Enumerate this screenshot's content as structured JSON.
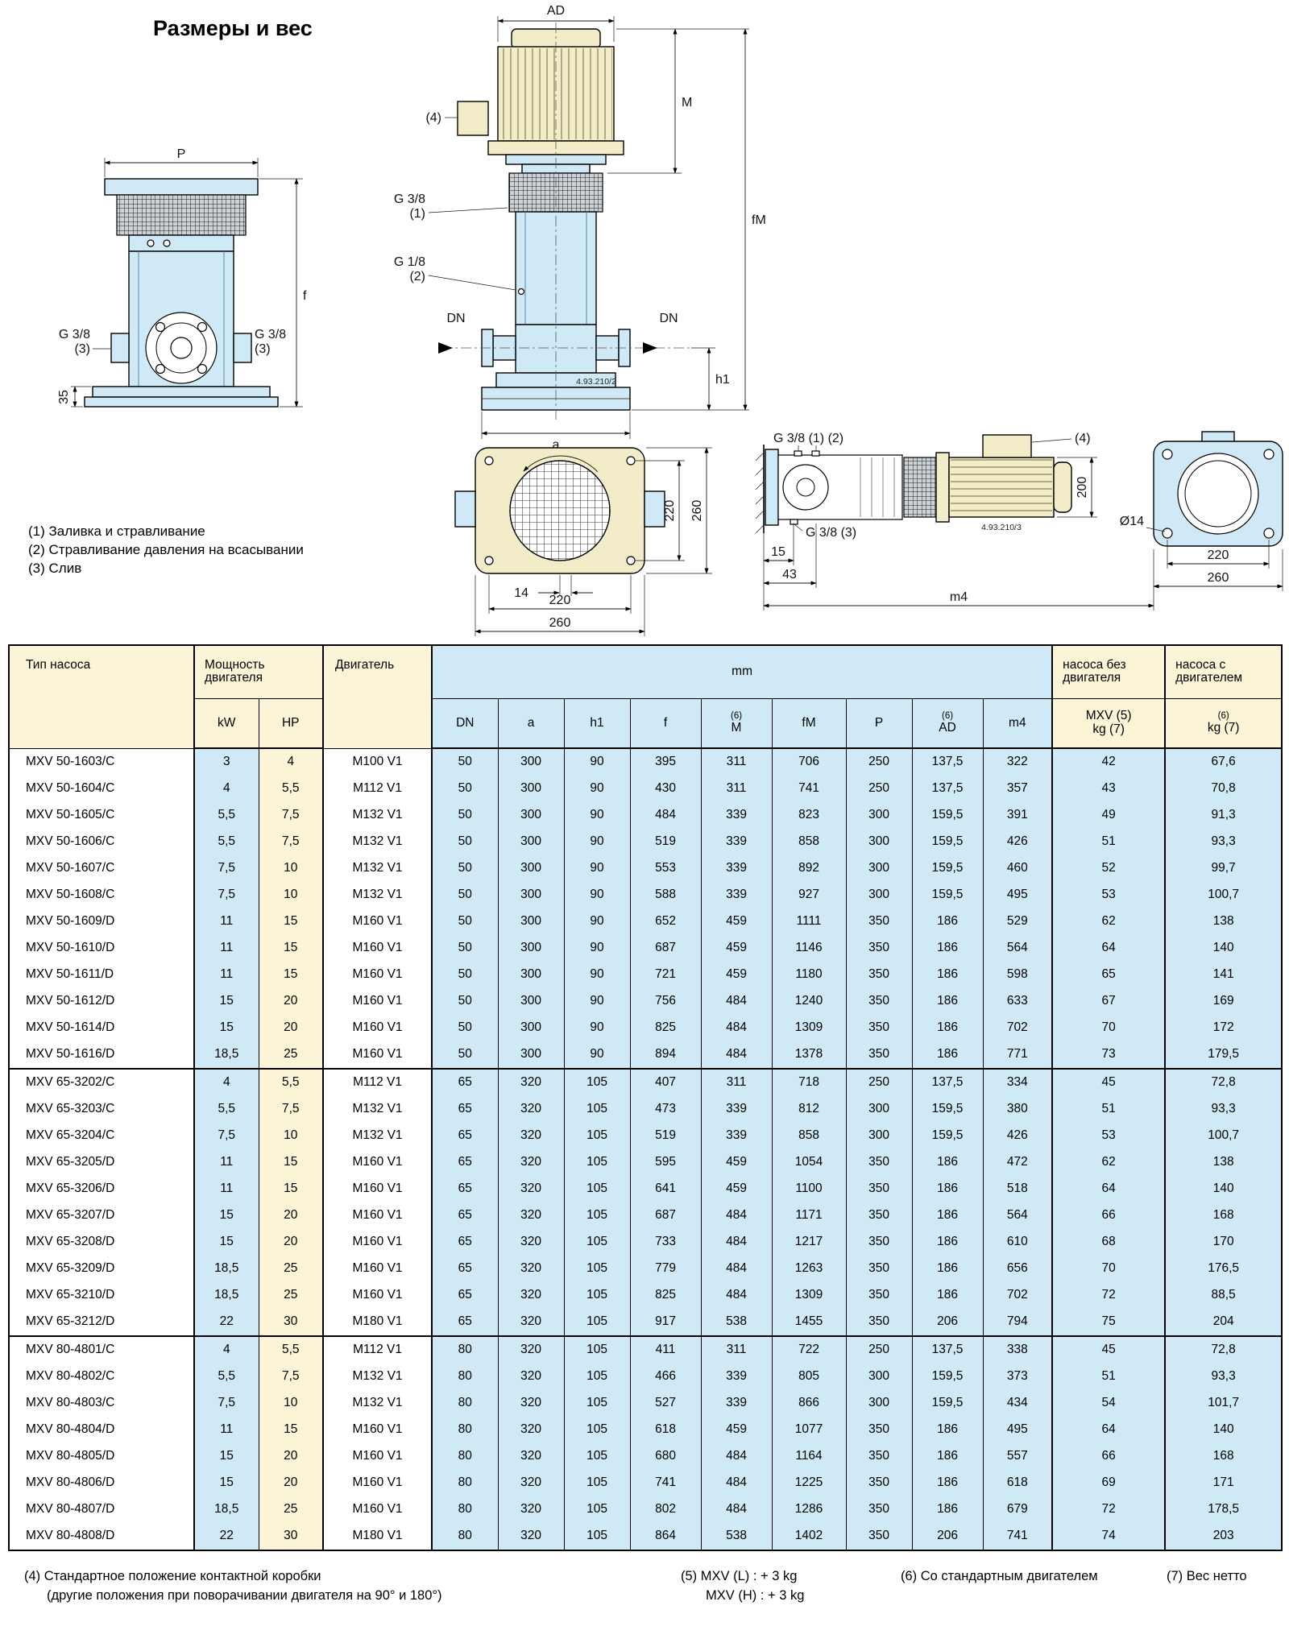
{
  "title": "Размеры и вес",
  "colors": {
    "table_blue": "#cfe9f6",
    "table_cream": "#fbf4d6",
    "motor_cream": "#f3ecc9"
  },
  "drawing": {
    "labels": {
      "ad": "AD",
      "m": "M",
      "fm": "fM",
      "p": "P",
      "f": "f",
      "h1": "h1",
      "a": "a",
      "dn": "DN",
      "g38": "G 3/8",
      "g18": "G 1/8",
      "ref1": "(1)",
      "ref2": "(2)",
      "ref3": "(3)",
      "ref4": "(4)",
      "g38_12": "G 3/8 (1) (2)",
      "g38_3": "G 3/8 (3)",
      "d35": "35",
      "d220": "220",
      "d260": "260",
      "d14": "14",
      "d15": "15",
      "d43": "43",
      "m4": "m4",
      "d200": "200",
      "dia14": "Ø14",
      "code2": "4.93.210/2",
      "code3": "4.93.210/3"
    },
    "notes": [
      "(1) Заливка и стравливание",
      "(2) Стравливание давления на всасывании",
      "(3) Слив"
    ]
  },
  "table": {
    "headers": {
      "pump_type": "Тип насоса",
      "power_l1": "Мощность",
      "power_l2": "двигателя",
      "motor": "Двигатель",
      "mm": "mm",
      "kw": "kW",
      "hp": "HP",
      "dn": "DN",
      "a": "a",
      "h1": "h1",
      "f": "f",
      "m": "M",
      "fm": "fM",
      "p": "P",
      "ad": "AD",
      "m4": "m4",
      "sup6": "(6)",
      "kg_pump_l1": "насоса без",
      "kg_pump_l2": "двигателя",
      "kg_pump_l3": "MXV (5)",
      "kg_pump_l4": "kg (7)",
      "kg_motor_l1": "насоса с",
      "kg_motor_l2": "двигателем",
      "kg_unit": "kg (7)"
    },
    "groups": [
      {
        "rows": [
          [
            "MXV 50-1603/C",
            "3",
            "4",
            "M100 V1",
            "50",
            "300",
            "90",
            "395",
            "311",
            "706",
            "250",
            "137,5",
            "322",
            "42",
            "67,6"
          ],
          [
            "MXV 50-1604/C",
            "4",
            "5,5",
            "M112 V1",
            "50",
            "300",
            "90",
            "430",
            "311",
            "741",
            "250",
            "137,5",
            "357",
            "43",
            "70,8"
          ],
          [
            "MXV 50-1605/C",
            "5,5",
            "7,5",
            "M132 V1",
            "50",
            "300",
            "90",
            "484",
            "339",
            "823",
            "300",
            "159,5",
            "391",
            "49",
            "91,3"
          ],
          [
            "MXV 50-1606/C",
            "5,5",
            "7,5",
            "M132 V1",
            "50",
            "300",
            "90",
            "519",
            "339",
            "858",
            "300",
            "159,5",
            "426",
            "51",
            "93,3"
          ],
          [
            "MXV 50-1607/C",
            "7,5",
            "10",
            "M132 V1",
            "50",
            "300",
            "90",
            "553",
            "339",
            "892",
            "300",
            "159,5",
            "460",
            "52",
            "99,7"
          ],
          [
            "MXV 50-1608/C",
            "7,5",
            "10",
            "M132 V1",
            "50",
            "300",
            "90",
            "588",
            "339",
            "927",
            "300",
            "159,5",
            "495",
            "53",
            "100,7"
          ],
          [
            "MXV 50-1609/D",
            "11",
            "15",
            "M160 V1",
            "50",
            "300",
            "90",
            "652",
            "459",
            "1111",
            "350",
            "186",
            "529",
            "62",
            "138"
          ],
          [
            "MXV 50-1610/D",
            "11",
            "15",
            "M160 V1",
            "50",
            "300",
            "90",
            "687",
            "459",
            "1146",
            "350",
            "186",
            "564",
            "64",
            "140"
          ],
          [
            "MXV 50-1611/D",
            "11",
            "15",
            "M160 V1",
            "50",
            "300",
            "90",
            "721",
            "459",
            "1180",
            "350",
            "186",
            "598",
            "65",
            "141"
          ],
          [
            "MXV 50-1612/D",
            "15",
            "20",
            "M160 V1",
            "50",
            "300",
            "90",
            "756",
            "484",
            "1240",
            "350",
            "186",
            "633",
            "67",
            "169"
          ],
          [
            "MXV 50-1614/D",
            "15",
            "20",
            "M160 V1",
            "50",
            "300",
            "90",
            "825",
            "484",
            "1309",
            "350",
            "186",
            "702",
            "70",
            "172"
          ],
          [
            "MXV 50-1616/D",
            "18,5",
            "25",
            "M160 V1",
            "50",
            "300",
            "90",
            "894",
            "484",
            "1378",
            "350",
            "186",
            "771",
            "73",
            "179,5"
          ]
        ]
      },
      {
        "rows": [
          [
            "MXV 65-3202/C",
            "4",
            "5,5",
            "M112 V1",
            "65",
            "320",
            "105",
            "407",
            "311",
            "718",
            "250",
            "137,5",
            "334",
            "45",
            "72,8"
          ],
          [
            "MXV 65-3203/C",
            "5,5",
            "7,5",
            "M132 V1",
            "65",
            "320",
            "105",
            "473",
            "339",
            "812",
            "300",
            "159,5",
            "380",
            "51",
            "93,3"
          ],
          [
            "MXV 65-3204/C",
            "7,5",
            "10",
            "M132 V1",
            "65",
            "320",
            "105",
            "519",
            "339",
            "858",
            "300",
            "159,5",
            "426",
            "53",
            "100,7"
          ],
          [
            "MXV 65-3205/D",
            "11",
            "15",
            "M160 V1",
            "65",
            "320",
            "105",
            "595",
            "459",
            "1054",
            "350",
            "186",
            "472",
            "62",
            "138"
          ],
          [
            "MXV 65-3206/D",
            "11",
            "15",
            "M160 V1",
            "65",
            "320",
            "105",
            "641",
            "459",
            "1100",
            "350",
            "186",
            "518",
            "64",
            "140"
          ],
          [
            "MXV 65-3207/D",
            "15",
            "20",
            "M160 V1",
            "65",
            "320",
            "105",
            "687",
            "484",
            "1171",
            "350",
            "186",
            "564",
            "66",
            "168"
          ],
          [
            "MXV 65-3208/D",
            "15",
            "20",
            "M160 V1",
            "65",
            "320",
            "105",
            "733",
            "484",
            "1217",
            "350",
            "186",
            "610",
            "68",
            "170"
          ],
          [
            "MXV 65-3209/D",
            "18,5",
            "25",
            "M160 V1",
            "65",
            "320",
            "105",
            "779",
            "484",
            "1263",
            "350",
            "186",
            "656",
            "70",
            "176,5"
          ],
          [
            "MXV 65-3210/D",
            "18,5",
            "25",
            "M160 V1",
            "65",
            "320",
            "105",
            "825",
            "484",
            "1309",
            "350",
            "186",
            "702",
            "72",
            "88,5"
          ],
          [
            "MXV 65-3212/D",
            "22",
            "30",
            "M180 V1",
            "65",
            "320",
            "105",
            "917",
            "538",
            "1455",
            "350",
            "206",
            "794",
            "75",
            "204"
          ]
        ]
      },
      {
        "rows": [
          [
            "MXV 80-4801/C",
            "4",
            "5,5",
            "M112 V1",
            "80",
            "320",
            "105",
            "411",
            "311",
            "722",
            "250",
            "137,5",
            "338",
            "45",
            "72,8"
          ],
          [
            "MXV 80-4802/C",
            "5,5",
            "7,5",
            "M132 V1",
            "80",
            "320",
            "105",
            "466",
            "339",
            "805",
            "300",
            "159,5",
            "373",
            "51",
            "93,3"
          ],
          [
            "MXV 80-4803/C",
            "7,5",
            "10",
            "M132 V1",
            "80",
            "320",
            "105",
            "527",
            "339",
            "866",
            "300",
            "159,5",
            "434",
            "54",
            "101,7"
          ],
          [
            "MXV 80-4804/D",
            "11",
            "15",
            "M160 V1",
            "80",
            "320",
            "105",
            "618",
            "459",
            "1077",
            "350",
            "186",
            "495",
            "64",
            "140"
          ],
          [
            "MXV 80-4805/D",
            "15",
            "20",
            "M160 V1",
            "80",
            "320",
            "105",
            "680",
            "484",
            "1164",
            "350",
            "186",
            "557",
            "66",
            "168"
          ],
          [
            "MXV 80-4806/D",
            "15",
            "20",
            "M160 V1",
            "80",
            "320",
            "105",
            "741",
            "484",
            "1225",
            "350",
            "186",
            "618",
            "69",
            "171"
          ],
          [
            "MXV 80-4807/D",
            "18,5",
            "25",
            "M160 V1",
            "80",
            "320",
            "105",
            "802",
            "484",
            "1286",
            "350",
            "186",
            "679",
            "72",
            "178,5"
          ],
          [
            "MXV 80-4808/D",
            "22",
            "30",
            "M180 V1",
            "80",
            "320",
            "105",
            "864",
            "538",
            "1402",
            "350",
            "206",
            "741",
            "74",
            "203"
          ]
        ]
      }
    ]
  },
  "footnotes": {
    "n4_l1": "(4) Стандартное положение контактной коробки",
    "n4_l2": "(другие положения при поворачивании двигателя на 90° и 180°)",
    "n5_l1": "(5) MXV (L) : + 3 kg",
    "n5_l2": "MXV (H) : + 3 kg",
    "n6": "(6) Со стандартным двигателем",
    "n7": "(7) Вес нетто"
  }
}
